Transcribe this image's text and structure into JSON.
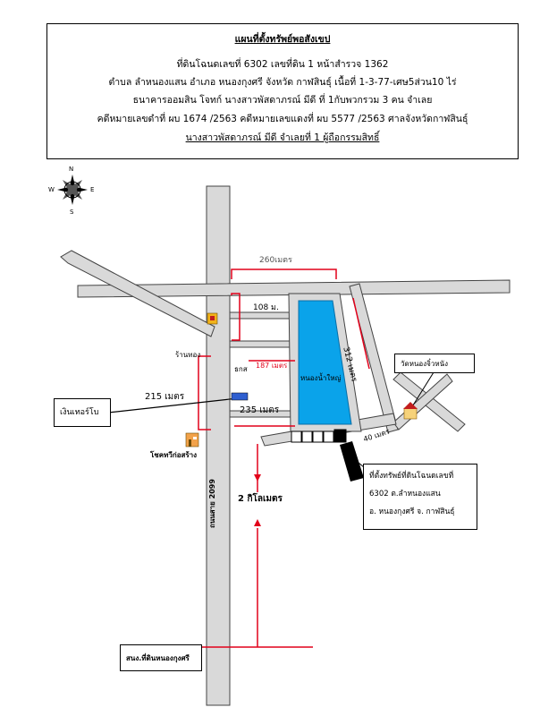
{
  "header": {
    "title": "แผนที่ตั้งทรัพย์พอสังเขป",
    "line1": "ที่ดินโฉนดเลขที่ 6302 เลขที่ดิน 1 หน้าสำรวจ 1362",
    "line2": "ตำบล ลำหนองแสน อำเภอ หนองกุงศรี จังหวัด กาฬสินธุ์ เนื้อที่ 1-3-77-เศษ5ส่วน10 ไร่",
    "line3": "ธนาคารออมสิน โจทก์ นางสาวพัสดาภรณ์ มีดี ที่ 1กับพวกรวม 3 คน จำเลย",
    "line4": "คดีหมายเลขดำที่ ผบ 1674 /2563 คดีหมายเลขแดงที่ ผบ 5577 /2563 ศาลจังหวัดกาฬสินธุ์",
    "line5": "นางสาวพัสดาภรณ์ มีดี จำเลยที่ 1 ผู้ถือกรรมสิทธิ์"
  },
  "compass": {
    "n": "N",
    "s": "S",
    "e": "E",
    "w": "W"
  },
  "labels": {
    "d260": "260เมตร",
    "d108": "108 ม.",
    "d312": "312 เมตร",
    "d215": "215 เมตร",
    "d187": "187 เมตร",
    "d235": "235 เมตร",
    "d40": "40 เมตร",
    "d2km": "2 กิโลเมตร",
    "road": "ถนนสาย 2099",
    "lake": "หนองน้ำใหญ่",
    "gold_shop": "ร้านทอง",
    "bank": "ธกส",
    "temple": "วัดหนองจิ๋วหนัง",
    "store": "โชคทวีก่อสร้าง",
    "money_transfer": "เงินเทอร์โบ",
    "land_office": "สนง.ที่ดินหนองกุงศรี"
  },
  "property_box": {
    "line1": "ที่ตั้งทรัพย์ที่ดินโฉนดเลขที่",
    "line2": "6302 ต.ลำหนองแสน",
    "line3": "อ. หนองกุงศรี จ. กาฬสินธุ์"
  },
  "colors": {
    "lake": "#0aa3ea",
    "road": "#d9d9d9",
    "dim": "#e2001a",
    "bank": "#2f5fd0"
  }
}
